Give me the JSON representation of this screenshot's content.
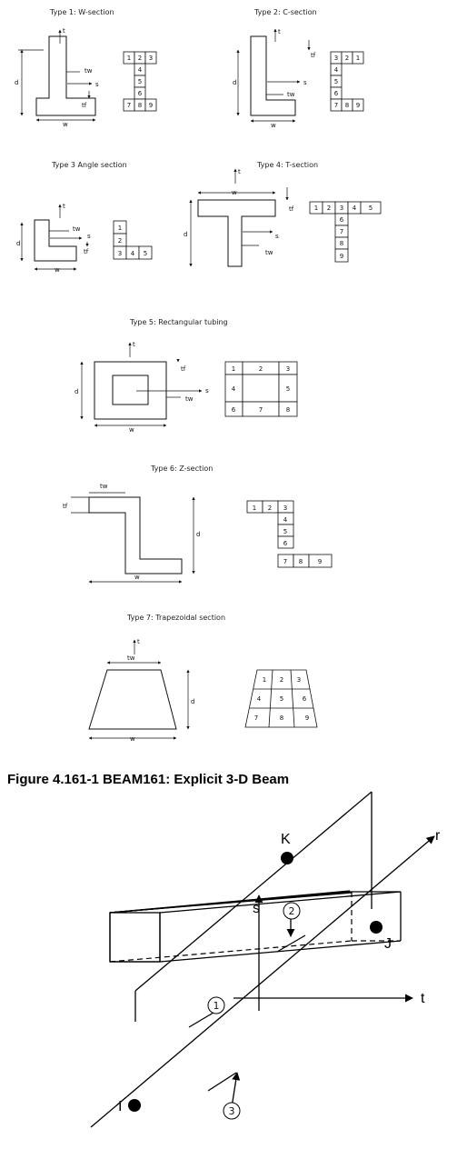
{
  "types": [
    {
      "caption": "Type 1:  W-section",
      "dims": {
        "d": "d",
        "w": "w",
        "tw": "tw",
        "tf": "tf",
        "s": "s",
        "t": "t"
      },
      "cells": [
        "1",
        "2",
        "3",
        "4",
        "5",
        "6",
        "7",
        "8",
        "9"
      ]
    },
    {
      "caption": "Type 2:  C-section",
      "dims": {
        "d": "d",
        "w": "w",
        "tw": "tw",
        "tf": "tf",
        "s": "s",
        "t": "t"
      },
      "cells": [
        "3",
        "2",
        "1",
        "4",
        "5",
        "6",
        "7",
        "8",
        "9"
      ]
    },
    {
      "caption": "Type 3  Angle section",
      "dims": {
        "d": "d",
        "w": "w",
        "tw": "tw",
        "tf": "tf",
        "s": "s",
        "t": "t"
      },
      "cells": [
        "1",
        "2",
        "3",
        "4",
        "5"
      ]
    },
    {
      "caption": "Type 4:  T-section",
      "dims": {
        "d": "d",
        "w": "w",
        "tw": "tw",
        "tf": "tf",
        "s": "s",
        "t": "t"
      },
      "cells": [
        "1",
        "2",
        "3",
        "4",
        "5",
        "6",
        "7",
        "8",
        "9"
      ]
    },
    {
      "caption": "Type 5:  Rectangular tubing",
      "dims": {
        "d": "d",
        "w": "w",
        "tw": "tw",
        "tf": "tf",
        "s": "s",
        "t": "t"
      },
      "cells": [
        "1",
        "2",
        "3",
        "4",
        "5",
        "6",
        "7",
        "8"
      ]
    },
    {
      "caption": "Type 6:  Z-section",
      "dims": {
        "d": "d",
        "w": "w",
        "tw": "tw",
        "tf": "tf"
      },
      "cells": [
        "1",
        "2",
        "3",
        "4",
        "5",
        "6",
        "7",
        "8",
        "9"
      ]
    },
    {
      "caption": "Type 7:  Trapezoidal section",
      "dims": {
        "d": "d",
        "w": "w",
        "tw": "tw",
        "t": "t"
      },
      "cells": [
        "1",
        "2",
        "3",
        "4",
        "5",
        "6",
        "7",
        "8",
        "9"
      ]
    }
  ],
  "figure_caption": "Figure 4.161-1   BEAM161: Explicit 3-D Beam",
  "beam": {
    "nodes": {
      "i": "I",
      "j": "J",
      "k": "K"
    },
    "axes": {
      "r": "r",
      "s": "s",
      "t": "t"
    },
    "markers": {
      "m1": "1",
      "m2": "2",
      "m3": "3"
    }
  }
}
